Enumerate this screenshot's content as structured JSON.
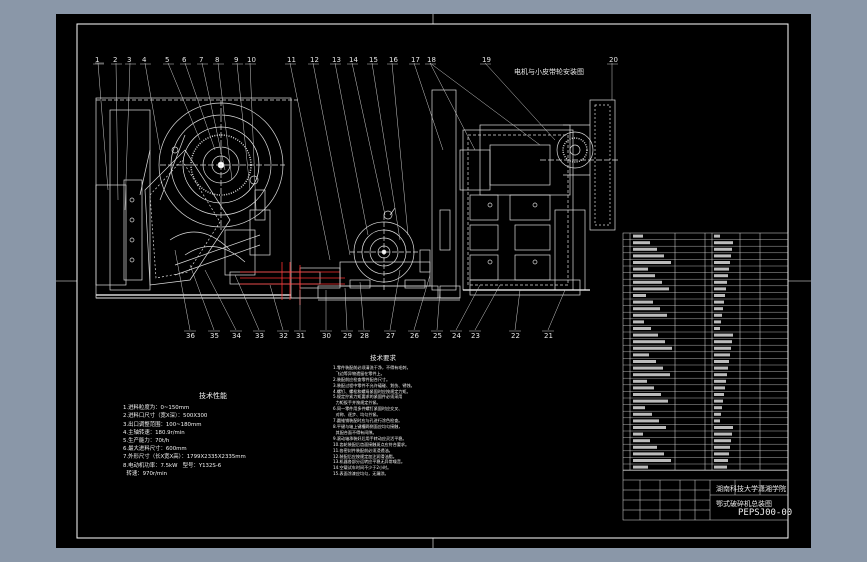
{
  "drawing": {
    "callouts_top": [
      "1",
      "2",
      "3",
      "4",
      "5",
      "6",
      "7",
      "8",
      "9",
      "10",
      "11",
      "12",
      "13",
      "14",
      "15",
      "16",
      "17",
      "18",
      "19",
      "20"
    ],
    "callouts_bottom": [
      "36",
      "35",
      "34",
      "33",
      "32",
      "31",
      "30",
      "29",
      "28",
      "27",
      "26",
      "25",
      "24",
      "23",
      "22",
      "21"
    ],
    "drive_note": "电机与小皮带轮安装图",
    "drawing_number": "PEPSJ00-00"
  },
  "tech_spec": {
    "heading": "技术性能",
    "lines": [
      "1.进料粒度为：0~150mm",
      "2.进料口尺寸（宽X深）：500X300",
      "3.出口调整范围：100~180mm",
      "4.主轴转速：180.9r/min",
      "5.生产能力：70t/h",
      "6.最大进料尺寸：600mm",
      "7.外形尺寸（长X宽X高）：1799X2335X2335mm",
      "8.电动机功率：7.5kW   型号：Y132S-6",
      "  转速：970r/min"
    ]
  },
  "tech_req": {
    "heading": "技术要求",
    "lines": [
      "1.零件装配前必须清洗干净，不得有毛刺，",
      "  飞边等异物遗留在零件上。",
      "2.装配前应检查零件配合尺寸。",
      "3.装配过程中零件不允许磕碰、划伤、锈蚀。",
      "4.螺钉、螺栓和螺母紧固时应按规定力矩。",
      "5.规定拧紧力矩要求的紧固件必须采用",
      "  力矩扳手并按规定拧紧。",
      "6.同一零件用多件螺钉紧固时应交叉、",
      "  对称、逐步、均匀拧紧。",
      "7.圆锥销装配时应与孔进行涂色检查。",
      "8.平键与轴上键槽两侧面应均匀接触，",
      "  其配合面不得有间隙。",
      "9.滚动轴承装好后用手转动应灵活平稳。",
      "10.齿轮装配后齿面接触斑点应符合要求。",
      "11.各密封件装配前必须浸透油。",
      "12.装配后应按规定加注润滑油脂。",
      "13.机器各部分运转应平稳无异常噪音。",
      "14.空载试车时间不少于2小时。",
      "15.表面涂漆应均匀，无漏涂。"
    ]
  },
  "title_block": {
    "school": "湖南科技大学潇湘学院",
    "drawing_name": "鄂式破碎机总装图"
  }
}
